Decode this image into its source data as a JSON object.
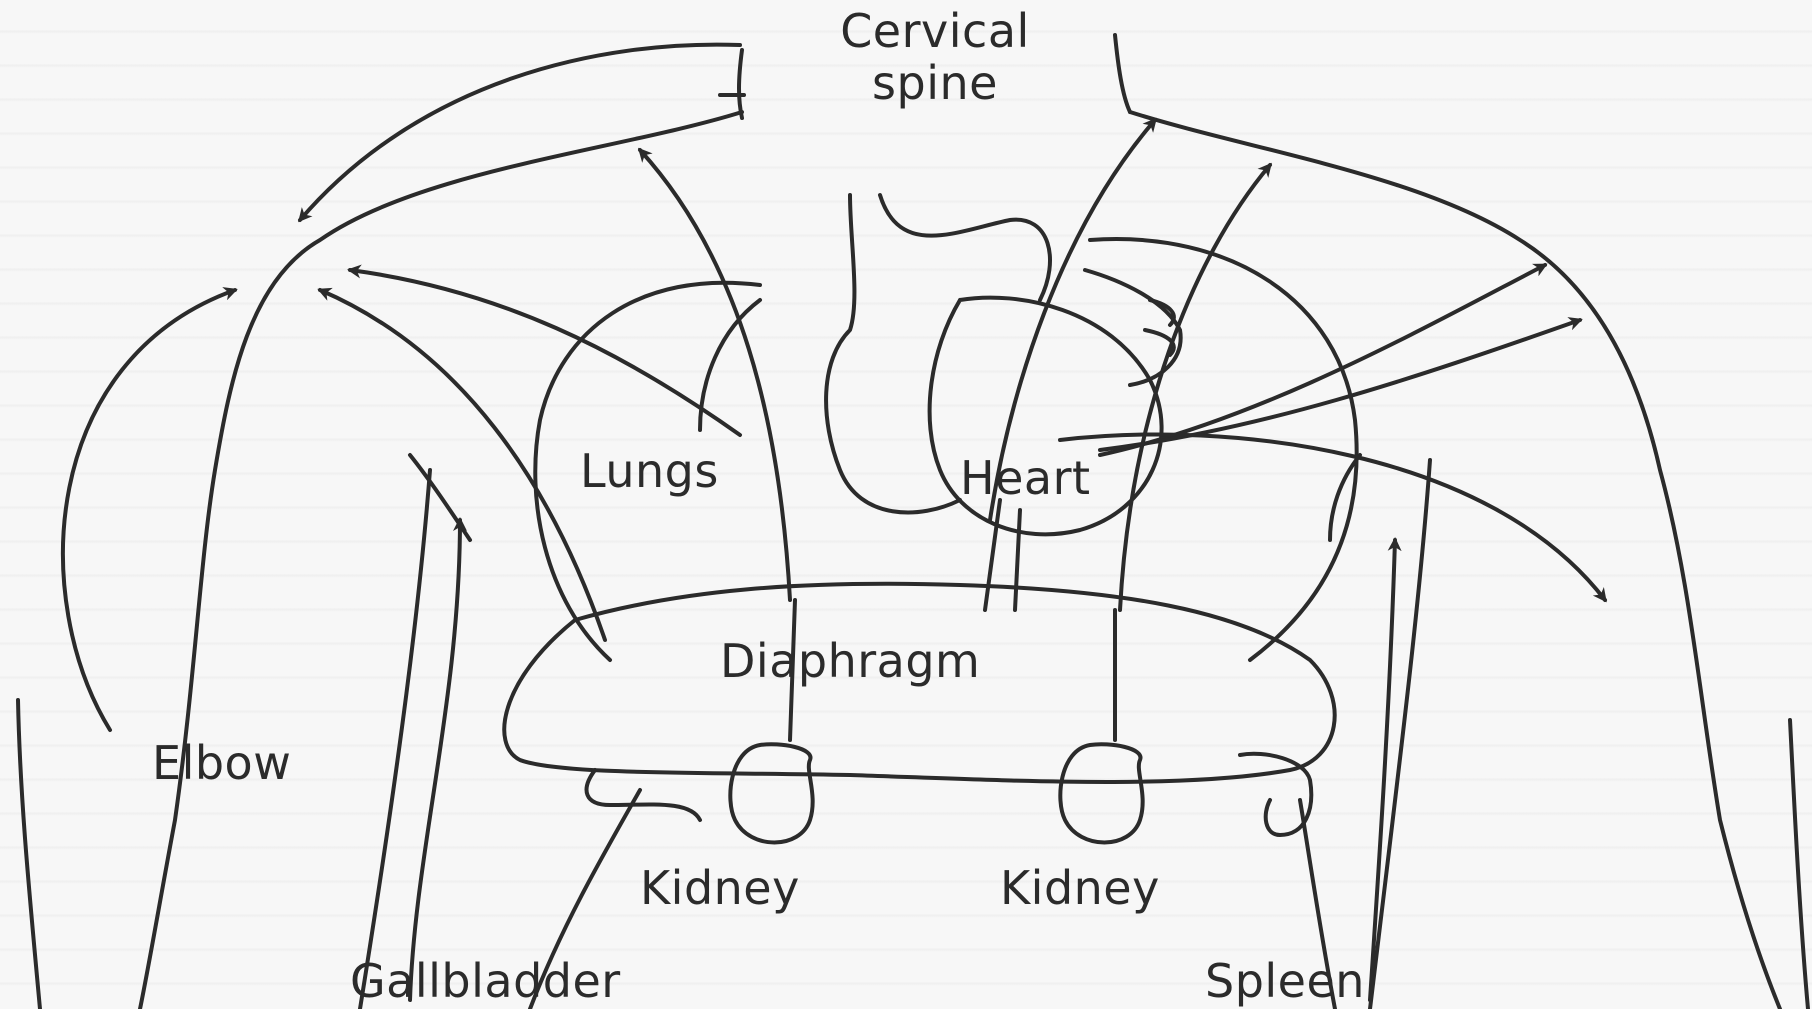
{
  "labels": {
    "cervical_spine_line1": "Cervical",
    "cervical_spine_line2": "spine",
    "lungs": "Lungs",
    "heart": "Heart",
    "diaphragm": "Diaphragm",
    "elbow": "Elbow",
    "kidney_left": "Kidney",
    "kidney_right": "Kidney",
    "gallbladder": "Gallbladder",
    "spleen": "Spleen"
  },
  "colors": {
    "ink": "#2b2b2b",
    "paper": "#f7f7f7"
  }
}
